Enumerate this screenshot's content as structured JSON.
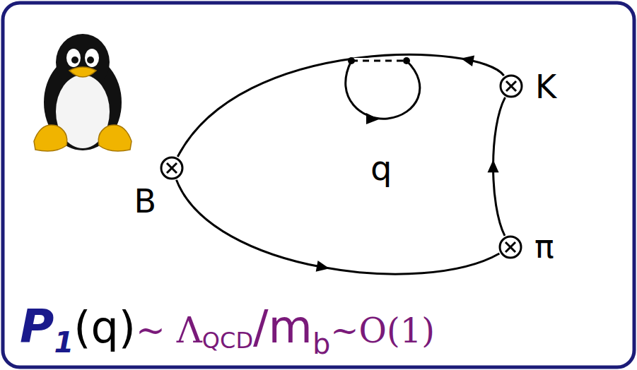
{
  "diagram": {
    "nodes": [
      {
        "text": [
          "K"
        ]
      },
      {
        "text": [
          "B"
        ]
      },
      {
        "text": [
          "π"
        ]
      }
    ],
    "edges": [
      {
        "from": 0,
        "to": 1,
        "arrow": "to"
      },
      {
        "from": 1,
        "to": 2,
        "arrow": "to"
      },
      {
        "from": 2,
        "to": 0,
        "arrow": "to"
      }
    ],
    "labels": [
      "q",
      "P",
      "1",
      "(q)",
      "~ Λ",
      "QCD",
      "/m",
      "b",
      "~O(1)"
    ]
  }
}
